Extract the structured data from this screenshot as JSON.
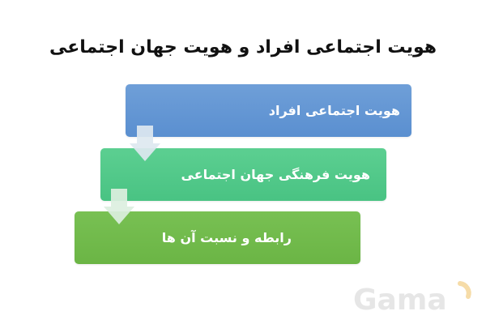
{
  "title": "هویت اجتماعی افراد و هویت جهان اجتماعی",
  "steps": [
    {
      "label": "هویت اجتماعی افراد",
      "color": "#5a8fd0"
    },
    {
      "label": "هویت فرهنگی جهان اجتماعی",
      "color": "#49c383"
    },
    {
      "label": "رابطه و نسبت آن ها",
      "color": "#6bb545"
    }
  ],
  "watermark": "Gama"
}
